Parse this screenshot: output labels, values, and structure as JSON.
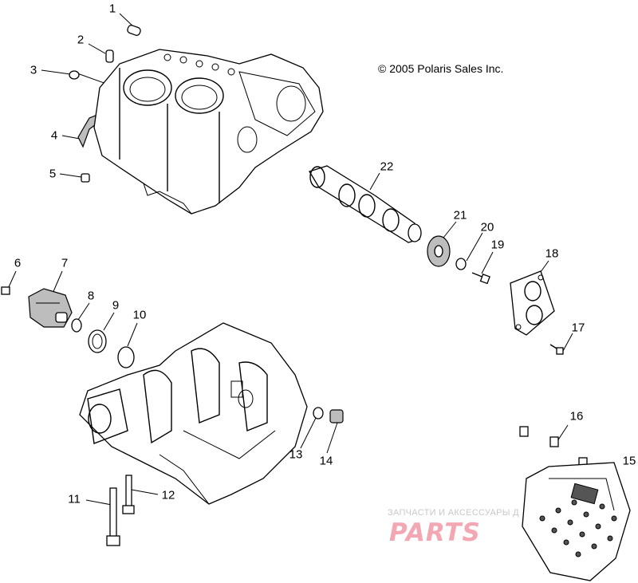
{
  "copyright": "© 2005 Polaris Sales Inc.",
  "watermark": {
    "caption": "ЗАПЧАСТИ И АКСЕССУАРЫ Д",
    "logo": "PARTS"
  },
  "callouts": [
    "1",
    "2",
    "3",
    "4",
    "5",
    "6",
    "7",
    "8",
    "9",
    "10",
    "11",
    "12",
    "13",
    "14",
    "15",
    "16",
    "17",
    "18",
    "19",
    "20",
    "21",
    "22"
  ]
}
